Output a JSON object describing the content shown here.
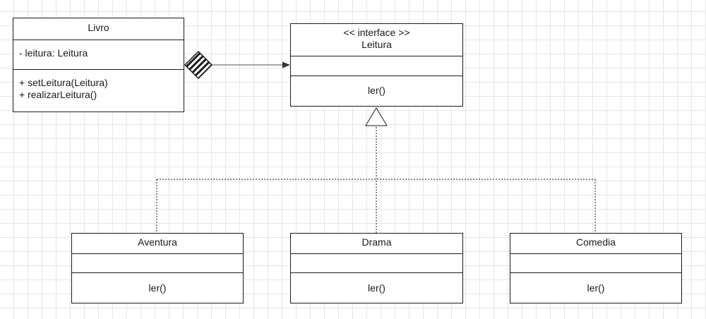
{
  "classes": {
    "livro": {
      "name": "Livro",
      "attributes": [
        "- leitura: Leitura"
      ],
      "methods": [
        "+ setLeitura(Leitura)",
        "+ realizarLeitura()"
      ]
    },
    "leitura": {
      "stereotype": "<< interface >>",
      "name": "Leitura",
      "attributes": [],
      "methods": [
        "ler()"
      ]
    },
    "aventura": {
      "name": "Aventura",
      "attributes": [],
      "methods": [
        "ler()"
      ]
    },
    "drama": {
      "name": "Drama",
      "attributes": [],
      "methods": [
        "ler()"
      ]
    },
    "comedia": {
      "name": "Comedia",
      "attributes": [],
      "methods": [
        "ler()"
      ]
    }
  },
  "relations": [
    {
      "type": "composition",
      "from": "Livro",
      "to": "Leitura"
    },
    {
      "type": "realization",
      "from": "Aventura",
      "to": "Leitura"
    },
    {
      "type": "realization",
      "from": "Drama",
      "to": "Leitura"
    },
    {
      "type": "realization",
      "from": "Comedia",
      "to": "Leitura"
    }
  ],
  "colors": {
    "line": "#1a1a1a",
    "grid": "#e6e6e6",
    "background": "#ffffff"
  }
}
